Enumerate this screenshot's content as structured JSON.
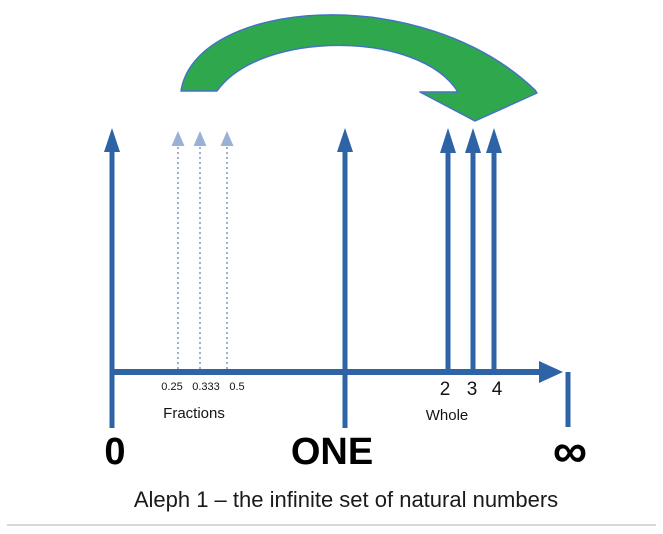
{
  "caption": "Aleph 1 – the infinite set of natural numbers",
  "colors": {
    "blue": "#2E63A6",
    "lightblue": "#9AB1D6",
    "green": "#2FA84D",
    "outline": "#4472C4",
    "text": "#141414",
    "separator": "#D8D8D8"
  },
  "number_line": {
    "endpoints": {
      "zero": "0",
      "one": "ONE",
      "infinity": "∞"
    },
    "fractions": {
      "label": "Fractions",
      "values": [
        "0.25",
        "0.333",
        "0.5"
      ]
    },
    "whole": {
      "label": "Whole",
      "values": [
        "2",
        "3",
        "4"
      ]
    }
  }
}
